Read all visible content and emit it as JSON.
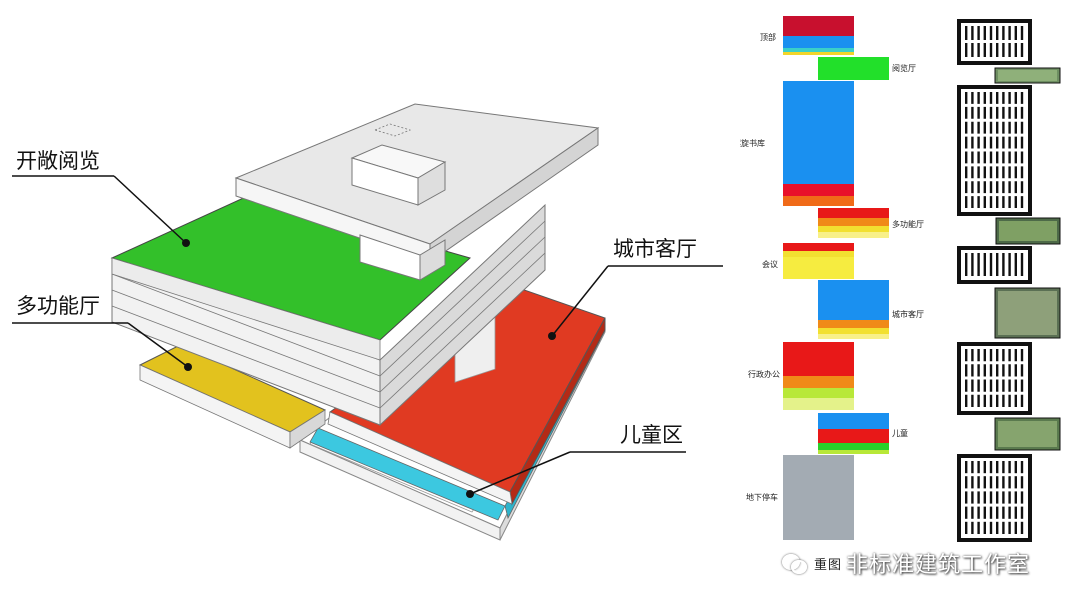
{
  "callouts": {
    "open_reading": "开敞阅览",
    "multi_hall": "多功能厅",
    "city_lounge": "城市客厅",
    "children": "儿童区"
  },
  "stack_labels": {
    "top": "顶部",
    "reading_hall": "阅览厅",
    "spiral_library": "螺旋书库",
    "multi_hall": "多功能厅",
    "meeting": "会议",
    "city_lounge": "城市客厅",
    "admin": "行政办公",
    "children": "儿童",
    "parking": "地下停车"
  },
  "watermark": {
    "text": "非标准建筑工作室",
    "partial_text": "重图"
  },
  "colors": {
    "green": "#33c02a",
    "red": "#e03a22",
    "yellow": "#e2c21e",
    "cyan": "#3cc8e0",
    "gray_block": "#e8e8e8",
    "blue": "#1a90f0",
    "parking_gray": "#a3abb3"
  }
}
